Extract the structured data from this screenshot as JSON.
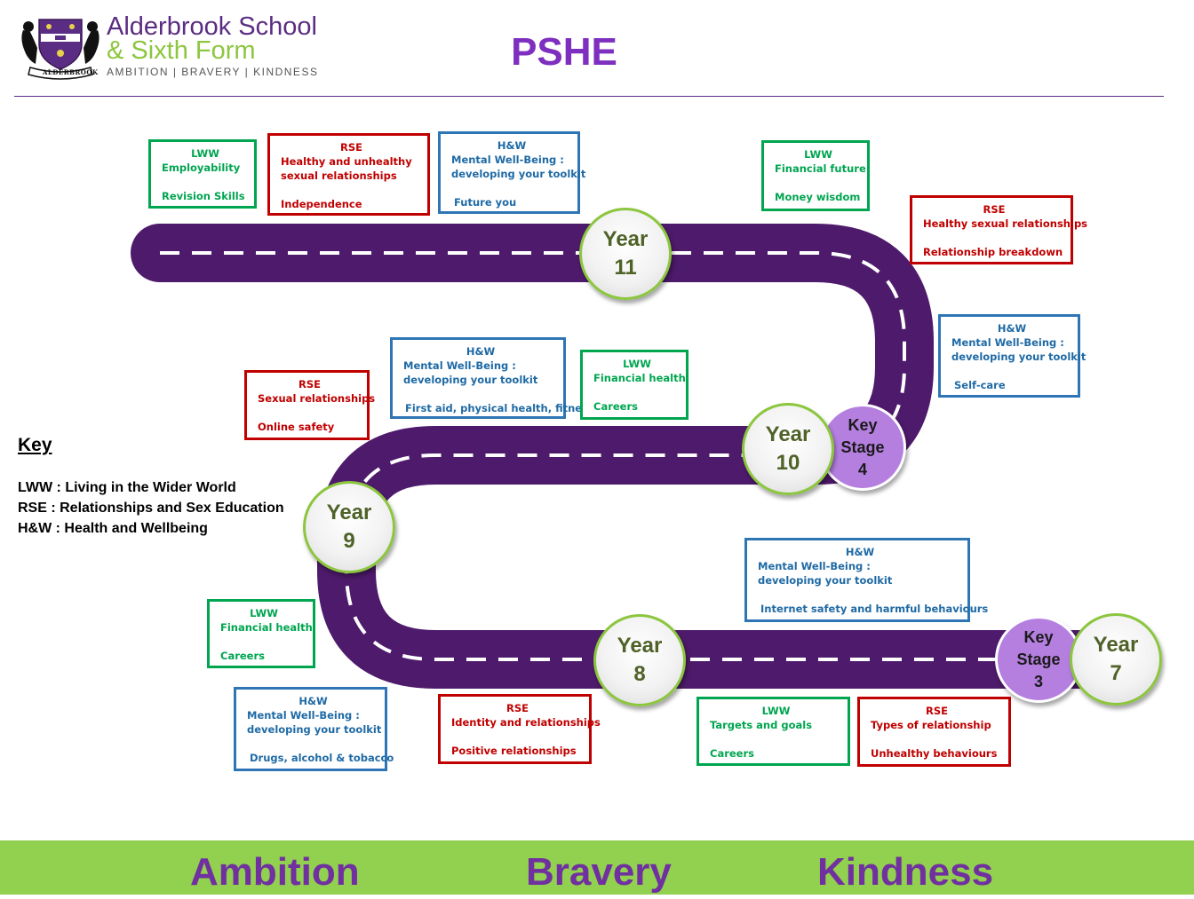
{
  "header": {
    "school_line1": "Alderbrook School",
    "school_line2": "& Sixth Form",
    "motto": "AMBITION | BRAVERY | KINDNESS",
    "crest_banner": "ALDERBROOK",
    "title": "PSHE"
  },
  "colors": {
    "road": "#4e1a6b",
    "lww": "#00a550",
    "rse": "#c00000",
    "hw": "#2e75b6",
    "year_ring": "#8cc63f",
    "key_stage_fill": "#b57fe0",
    "footer": "#92d050",
    "title": "#7e2fbf"
  },
  "years": {
    "y7": {
      "l1": "Year",
      "l2": "7"
    },
    "y8": {
      "l1": "Year",
      "l2": "8"
    },
    "y9": {
      "l1": "Year",
      "l2": "9"
    },
    "y10": {
      "l1": "Year",
      "l2": "10"
    },
    "y11": {
      "l1": "Year",
      "l2": "11"
    }
  },
  "key_stages": {
    "ks3": {
      "l1": "Key",
      "l2": "Stage",
      "l3": "3"
    },
    "ks4": {
      "l1": "Key",
      "l2": "Stage",
      "l3": "4"
    }
  },
  "boxes": {
    "y11_lww": {
      "title": "LWW",
      "l1": "Employability",
      "l2": "Revision  Skills"
    },
    "y11_rse": {
      "title": "RSE",
      "l1": "Healthy and unhealthy",
      "l2": "sexual relationships",
      "l3": "Independence"
    },
    "y11_hw": {
      "title": "H&W",
      "l1": "Mental Well-Being :",
      "l2": "developing your toolkit",
      "l3": "Future you"
    },
    "y10_lww": {
      "title": "LWW",
      "l1": "Financial  future",
      "l2": "Money wisdom"
    },
    "y10_rse": {
      "title": "RSE",
      "l1": "Healthy sexual relationships",
      "l2": "Relationship  breakdown"
    },
    "y10_hw": {
      "title": "H&W",
      "l1": "Mental Well-Being :",
      "l2": "developing your toolkit",
      "l3": "Self-care"
    },
    "y9_rse": {
      "title": "RSE",
      "l1": "Sexual relationships",
      "l2": "Online safety"
    },
    "y9_hw": {
      "title": "H&W",
      "l1": "Mental Well-Being :",
      "l2": "developing your toolkit",
      "l3": "First aid,  physical health, fitness"
    },
    "y9_lww": {
      "title": "LWW",
      "l1": "Financial  health",
      "l2": "Careers"
    },
    "y7_hw": {
      "title": "H&W",
      "l1": "Mental Well-Being :",
      "l2": "developing your toolkit",
      "l3": "Internet safety and harmful behaviours"
    },
    "y8_lww": {
      "title": "LWW",
      "l1": "Financial  health",
      "l2": "Careers"
    },
    "y8_hw": {
      "title": "H&W",
      "l1": "Mental Well-Being :",
      "l2": "developing your toolkit",
      "l3": "Drugs, alcohol  & tobacco"
    },
    "y8_rse": {
      "title": "RSE",
      "l1": "Identity and relationships",
      "l2": "Positive relationships"
    },
    "y7_lww": {
      "title": "LWW",
      "l1": "Targets and goals",
      "l2": "Careers"
    },
    "y7_rse": {
      "title": "RSE",
      "l1": "Types of relationship",
      "l2": "Unhealthy behaviours"
    }
  },
  "key": {
    "title": "Key",
    "lww": "LWW : Living in the Wider World",
    "rse": "RSE : Relationships and Sex Education",
    "hw": "H&W : Health and Wellbeing"
  },
  "footer": {
    "ambition": "Ambition",
    "bravery": "Bravery",
    "kindness": "Kindness"
  }
}
